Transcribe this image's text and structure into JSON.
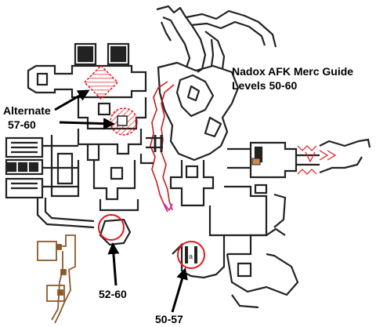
{
  "title_line1": "Nadox AFK Merc Guide",
  "title_line2": "Levels 50-60",
  "labels": {
    "alternate": "Alternate",
    "alternate_range": "57-60",
    "spot_center": "52-60",
    "spot_lower": "50-57"
  },
  "colors": {
    "wall": "#222222",
    "marker_red": "#e8151b",
    "arrow": "#000000",
    "brown_path": "#8a5a2b",
    "magenta_path": "#d01a1a",
    "accent_door": "#c98b52"
  }
}
